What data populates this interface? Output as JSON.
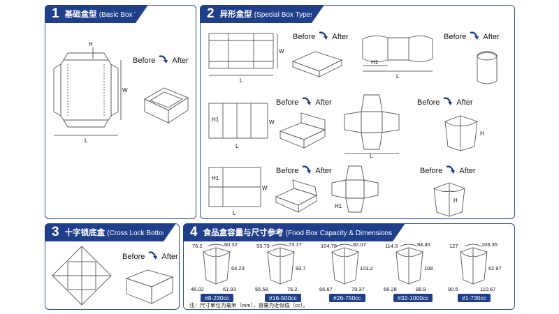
{
  "sections": [
    {
      "num": "1",
      "title": "基础盒型",
      "en": "(Basic Box Type)"
    },
    {
      "num": "2",
      "title": "异形盒型",
      "en": "(Special Box Types)"
    },
    {
      "num": "3",
      "title": "十字锁底盒",
      "en": "(Cross Lock Bottom Box)"
    },
    {
      "num": "4",
      "title": "食品盒容量与尺寸参考",
      "en": "(Food Box Capacity & Dimensions Reference)"
    }
  ],
  "before_label": "Before",
  "after_label": "After",
  "dims": {
    "L": "L",
    "W": "W",
    "H": "H",
    "H1": "H1"
  },
  "food_boxes": [
    {
      "top_left": "76.2",
      "top_right": "60.32",
      "side": "64.23",
      "bottom_left": "46.02",
      "bottom_right": "61.93",
      "tag": "#8-230cc"
    },
    {
      "top_left": "93.79",
      "top_right": "73.17",
      "side": "83.7",
      "bottom_left": "55.58",
      "bottom_right": "76.2",
      "tag": "#16-500cc"
    },
    {
      "top_left": "104.78",
      "top_right": "92.07",
      "side": "103.2",
      "bottom_left": "66.67",
      "bottom_right": "79.37",
      "tag": "#26-750cc"
    },
    {
      "top_left": "114.3",
      "top_right": "94.46",
      "side": "108",
      "bottom_left": "68.28",
      "bottom_right": "88.9",
      "tag": "#32-1000cc"
    },
    {
      "top_left": "127",
      "top_right": "106.35",
      "side": "62.97",
      "bottom_left": "90.5",
      "bottom_right": "110.67",
      "tag": "#1-730cc"
    }
  ],
  "note": "注：尺寸单位为毫米（mm），容量为近似值（cc）。",
  "colors": {
    "accent": "#1f3f8a",
    "border": "#2a4f9a",
    "line": "#555555"
  }
}
